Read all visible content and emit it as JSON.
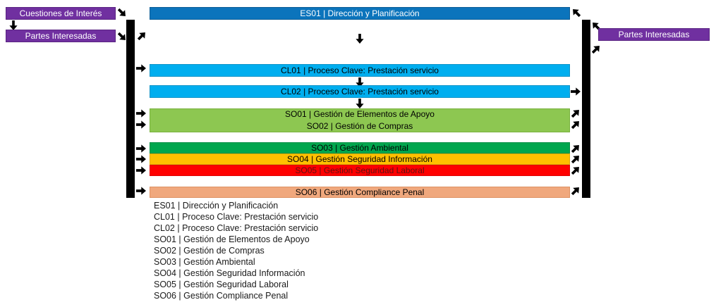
{
  "diagram": {
    "inputs_left": {
      "box_cuestiones": "Cuestiones de Interés",
      "box_partes": "Partes Interesadas"
    },
    "outputs_right": {
      "box_partes": "Partes Interesadas"
    },
    "bars": {
      "es01": "ES01 | Dirección y Planificación",
      "cl01": "CL01 | Proceso Clave: Prestación servicio",
      "cl02": "CL02 | Proceso Clave: Prestación servicio",
      "so01": "SO01 | Gestión de Elementos de Apoyo",
      "so02": "SO02 | Gestión de Compras",
      "so03": "SO03 | Gestión Ambiental",
      "so04": "SO04 | Gestión Seguridad Información",
      "so05": "SO05 | Gestión Seguridad Laboral",
      "so06": "SO06 | Gestión Compliance Penal"
    },
    "legend": {
      "items": [
        "ES01 | Dirección y Planificación",
        "CL01 | Proceso Clave: Prestación servicio",
        "CL02 | Proceso Clave: Prestación servicio",
        "SO01 | Gestión de Elementos de Apoyo",
        "SO02 | Gestión de Compras",
        "SO03 | Gestión Ambiental",
        "SO04 | Gestión Seguridad Información",
        "SO05 | Gestión Seguridad Laboral",
        "SO06 | Gestión Compliance Penal"
      ]
    },
    "colors": {
      "stakeholder_purple": "#7030A0",
      "strategic_blue": "#0B74BC",
      "key_process_blue": "#00AEEF",
      "support_light_green": "#8DC751",
      "environment_green": "#00A64E",
      "infosec_gold": "#FFC000",
      "labor_red": "#FF0000",
      "compliance_orange": "#F0A87D",
      "connector_black": "#000000"
    }
  }
}
